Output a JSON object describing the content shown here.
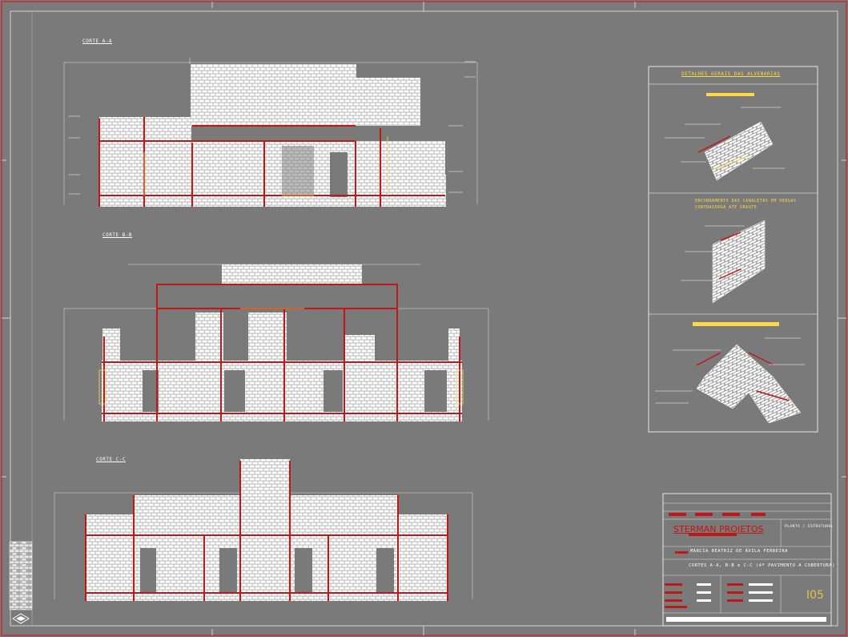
{
  "sections": {
    "a": "CORTE A-A",
    "b": "CORTE B-B",
    "c": "CORTE C-C"
  },
  "details": {
    "title": "DETALHES GERAIS DAS ALVENARIAS",
    "note_line1": "ENCUNHAMENTO DAS CANALETAS EM VERGAS",
    "note_line2": "CONTRAVERGA ATE GRAUTE"
  },
  "title_block": {
    "firm": "STERMAN PROJETOS",
    "sheet_label": "PLANTA / ESTRUTURAL",
    "client": "MÁRCIA BEATRIZ DE ÁVILA FERREIRA",
    "contents": "CORTES A-A, B-B e C-C (4º PAVIMENTO A COBERTURA)",
    "sheet_number": "I05"
  },
  "colors": {
    "background": "#7a7a7a",
    "border": "#c03030",
    "line": "#ffffff",
    "beam": "#c01818",
    "highlight": "#ffd84a",
    "block": "#cfcfcf"
  }
}
